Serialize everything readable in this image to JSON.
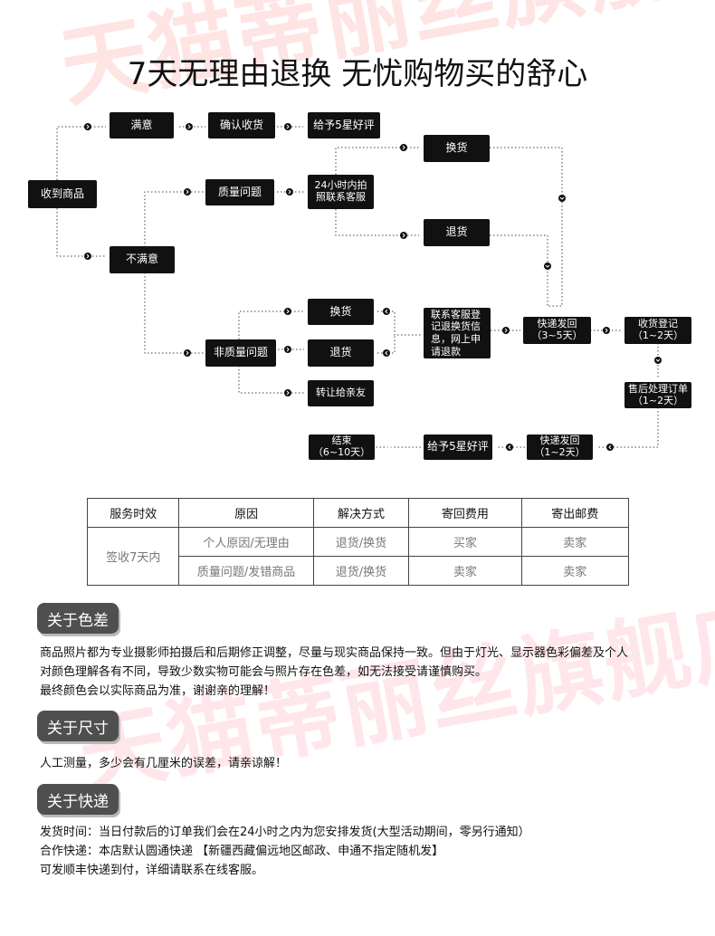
{
  "watermark": {
    "top": "天猫蒂丽丝旗舰店",
    "bottom": "天猫蒂丽丝旗舰店"
  },
  "title": "7天无理由退换 无忧购物买的舒心",
  "flow": {
    "nodes": {
      "receive": "收到商品",
      "satisfied": "满意",
      "confirm_receipt": "确认收货",
      "give_5_star_top": "给予5星好评",
      "dissatisfied": "不满意",
      "quality_issue": "质量问题",
      "contact_service": "24小时内拍\n照联系客服",
      "exchange_top": "换货",
      "return_top": "退货",
      "non_quality_issue": "非质量问题",
      "exchange_mid": "换货",
      "return_mid": "退货",
      "transfer_friend": "转让给亲友",
      "register_service": "联系客服登\n记退换货信\n息，网上申\n请退款",
      "express_3_5": "快递发回\n（3~5天）",
      "receipt_register": "收货登记\n（1~2天）",
      "after_sale_order": "售后处理订单\n（1~2天）",
      "express_1_2": "快递发回\n（1~2天）",
      "give_5_star_bottom": "给予5星好评",
      "end": "结束\n（6~10天）"
    }
  },
  "table": {
    "headers": [
      "服务时效",
      "原因",
      "解决方式",
      "寄回费用",
      "寄出邮费"
    ],
    "service_time": "签收7天内",
    "rows": [
      {
        "reason": "个人原因/无理由",
        "solution": "退货/换货",
        "return_fee": "买家",
        "shipping_fee": "卖家"
      },
      {
        "reason": "质量问题/发错商品",
        "solution": "退货/换货",
        "return_fee": "卖家",
        "shipping_fee": "卖家"
      }
    ]
  },
  "sections": {
    "color": {
      "title": "关于色差",
      "lines": [
        "商品照片都为专业摄影师拍摄后和后期修正调整，尽量与现实商品保持一致。但由于灯光、显示器色彩偏差及个人",
        "对颜色理解各有不同，导致少数实物可能会与照片存在色差，如无法接受请谨慎购买。",
        "最终颜色会以实际商品为准，谢谢亲的理解！"
      ]
    },
    "size": {
      "title": "关于尺寸",
      "lines": [
        "人工测量，多少会有几厘米的误差，请亲谅解！"
      ]
    },
    "shipping": {
      "title": "关于快递",
      "lines": [
        "发货时间：当日付款后的订单我们会在24小时之内为您安排发货(大型活动期间，零另行通知）",
        "合作快递：本店默认圆通快递 【新疆西藏偏远地区邮政、申通不指定随机发】",
        "可发顺丰快递到付，详细请联系在线客服。"
      ]
    }
  }
}
